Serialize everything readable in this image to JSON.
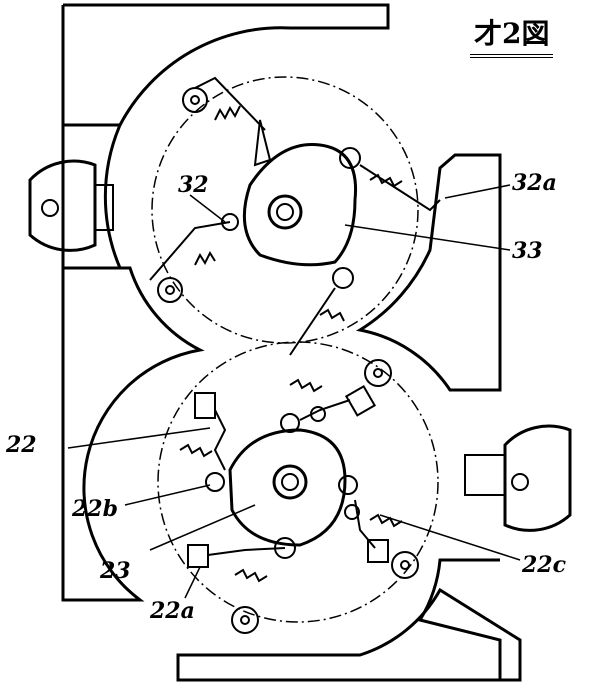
{
  "figure": {
    "title": "才2図",
    "labels": {
      "l32a": "32a",
      "l32": "32",
      "l33": "33",
      "l22": "22",
      "l22b": "22b",
      "l23": "23",
      "l22c": "22c",
      "l22a": "22a"
    }
  }
}
